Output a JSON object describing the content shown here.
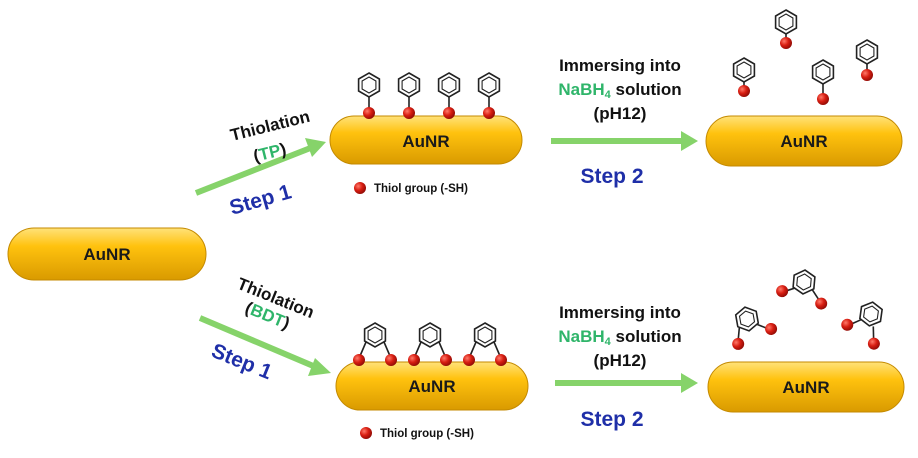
{
  "rod_label": "AuNR",
  "legend_label": "Thiol group (-SH)",
  "top": {
    "thiolation": "Thiolation",
    "reagent": "TP",
    "step1": "Step 1",
    "immersing": "Immersing into",
    "nabh": "NaBH",
    "nabh_sub": "4",
    "solution": " solution",
    "ph": "(pH12)",
    "step2": "Step 2"
  },
  "bottom": {
    "thiolation": "Thiolation",
    "reagent": "BDT",
    "step1": "Step 1",
    "immersing": "Immersing into",
    "nabh": "NaBH",
    "nabh_sub": "4",
    "solution": " solution",
    "ph": "(pH12)",
    "step2": "Step 2"
  },
  "colors": {
    "gold": "#f5b800",
    "arrow_green": "#86d36a",
    "step_blue": "#1f2fa8",
    "reagent_green": "#2fb56a",
    "thiol_red": "#c41414"
  }
}
